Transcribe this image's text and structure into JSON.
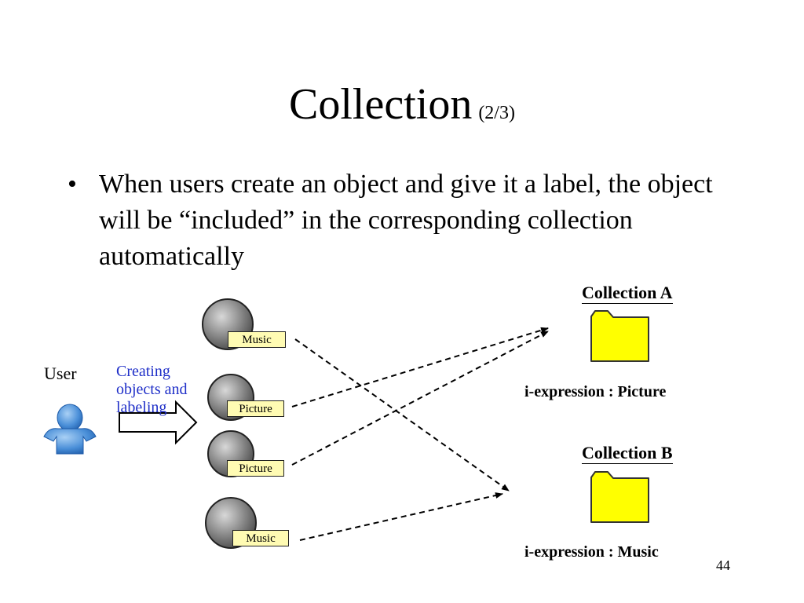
{
  "slide": {
    "title": "Collection",
    "title_suffix": "(2/3)",
    "bullets": [
      {
        "marker": "•",
        "text": "When users create an object and give it a label, the object will be “included” in the corresponding collection automatically"
      }
    ],
    "page_number": "44"
  },
  "diagram": {
    "user_label": "User",
    "action_label": "Creating objects and labeling",
    "objects": [
      {
        "label": "Music"
      },
      {
        "label": "Picture"
      },
      {
        "label": "Picture"
      },
      {
        "label": "Music"
      }
    ],
    "collections": [
      {
        "title": "Collection A",
        "expression": "i-expression : Picture"
      },
      {
        "title": "Collection B",
        "expression": "i-expression : Music"
      }
    ],
    "colors": {
      "folder_fill": "#ffff00",
      "label_fill": "#fffbb3",
      "action_text": "#1f2fc8",
      "user_icon": "#4a8fd8"
    }
  }
}
